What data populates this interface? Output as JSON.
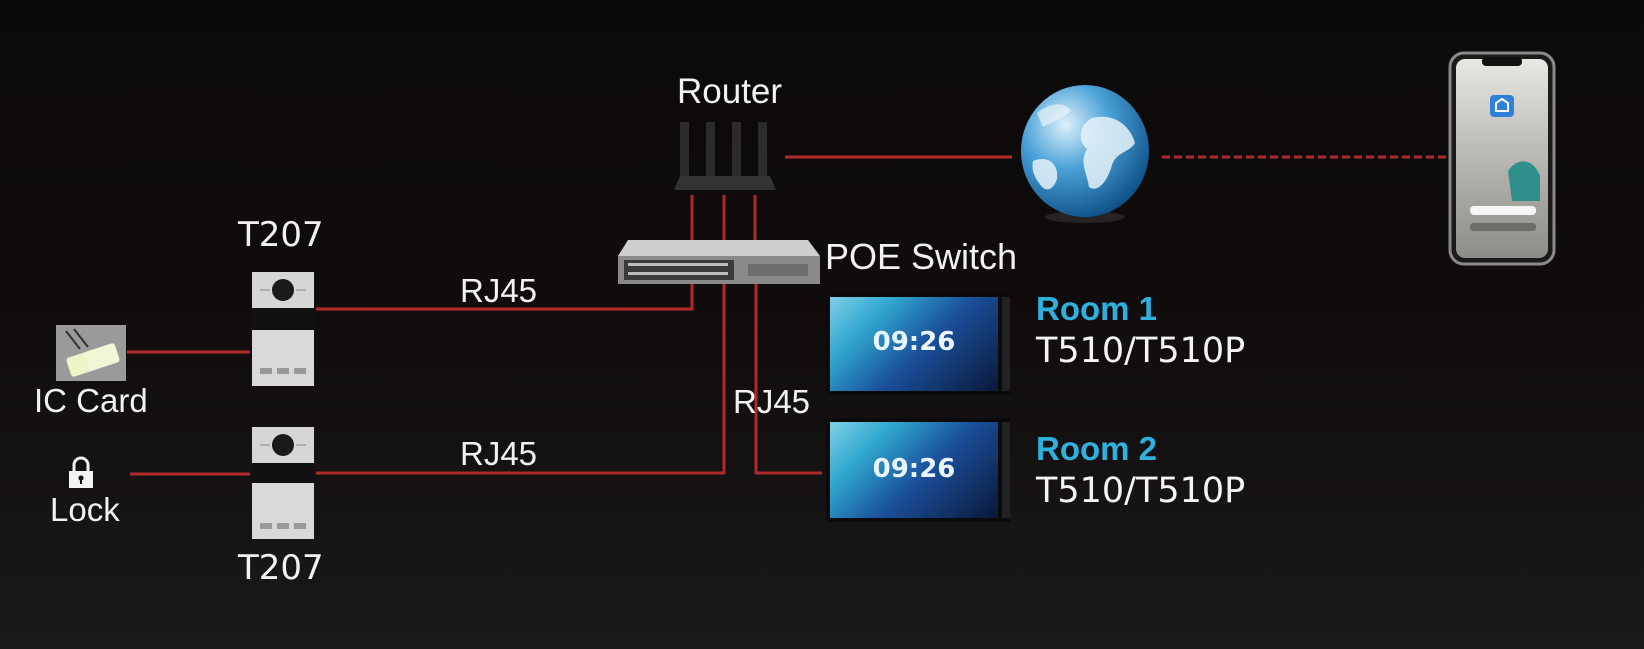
{
  "diagram": {
    "title": "Intercom network topology",
    "line_color": "#b02a2a",
    "accent_color": "#2fb1e0",
    "nodes": {
      "router": {
        "label": "Router",
        "icon": "router-icon"
      },
      "poe_switch": {
        "label": "POE Switch",
        "icon": "switch-icon"
      },
      "internet": {
        "label": "",
        "icon": "globe-icon"
      },
      "phone": {
        "label": "",
        "icon": "smartphone-icon"
      },
      "door_station_1": {
        "label": "T207",
        "icon": "door-station-icon"
      },
      "door_station_2": {
        "label": "T207",
        "icon": "door-station-icon"
      },
      "ic_card": {
        "label": "IC Card",
        "icon": "ic-card-icon"
      },
      "lock": {
        "label": "Lock",
        "icon": "lock-icon"
      },
      "room_1": {
        "title": "Room 1",
        "model": "T510/T510P",
        "screen_time": "09:26",
        "icon": "indoor-monitor-icon"
      },
      "room_2": {
        "title": "Room 2",
        "model": "T510/T510P",
        "screen_time": "09:26",
        "icon": "indoor-monitor-icon"
      }
    },
    "edges": [
      {
        "from": "router",
        "to": "internet",
        "style": "solid",
        "label": ""
      },
      {
        "from": "internet",
        "to": "phone",
        "style": "dashed",
        "label": ""
      },
      {
        "from": "router",
        "to": "poe_switch",
        "style": "solid",
        "label": ""
      },
      {
        "from": "poe_switch",
        "to": "door_station_1",
        "style": "solid",
        "label": "RJ45"
      },
      {
        "from": "poe_switch",
        "to": "door_station_2",
        "style": "solid",
        "label": "RJ45"
      },
      {
        "from": "poe_switch",
        "to": "room_2",
        "style": "solid",
        "label": "RJ45"
      },
      {
        "from": "ic_card",
        "to": "door_station_1",
        "style": "solid",
        "label": ""
      },
      {
        "from": "lock",
        "to": "door_station_2",
        "style": "solid",
        "label": ""
      }
    ]
  }
}
